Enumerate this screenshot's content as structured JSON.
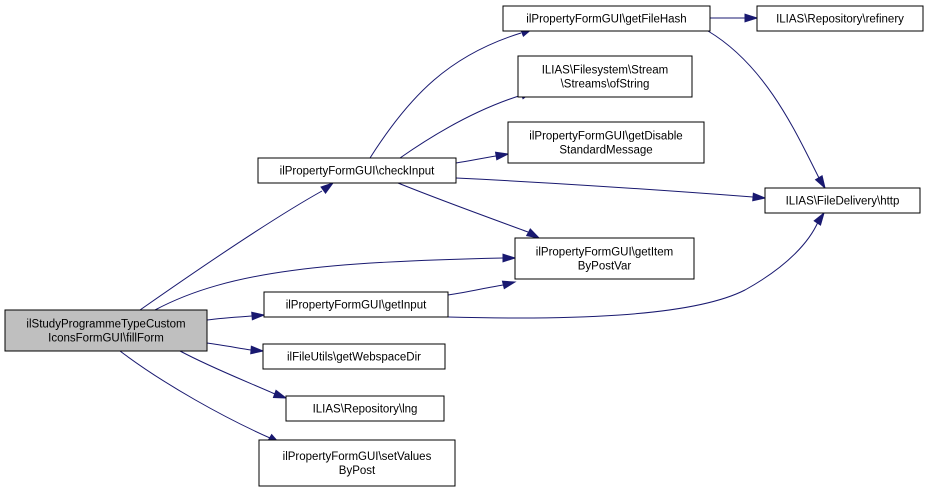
{
  "diagram": {
    "colors": {
      "edge": "#191970",
      "focus_fill": "#bfbfbf",
      "node_fill": "#ffffff",
      "node_border": "#000000"
    },
    "nodes": {
      "fillform": {
        "lines": [
          "ilStudyProgrammeTypeCustom",
          "IconsFormGUI\\fillForm"
        ]
      },
      "checkinput": {
        "lines": [
          "ilPropertyFormGUI\\checkInput"
        ]
      },
      "getfilehash": {
        "lines": [
          "ilPropertyFormGUI\\getFileHash"
        ]
      },
      "refinery": {
        "lines": [
          "ILIAS\\Repository\\refinery"
        ]
      },
      "ofstring": {
        "lines": [
          "ILIAS\\Filesystem\\Stream",
          "\\Streams\\ofString"
        ]
      },
      "getdisable": {
        "lines": [
          "ilPropertyFormGUI\\getDisable",
          "StandardMessage"
        ]
      },
      "http": {
        "lines": [
          "ILIAS\\FileDelivery\\http"
        ]
      },
      "getitembypostvar": {
        "lines": [
          "ilPropertyFormGUI\\getItem",
          "ByPostVar"
        ]
      },
      "getinput": {
        "lines": [
          "ilPropertyFormGUI\\getInput"
        ]
      },
      "getwebspacedir": {
        "lines": [
          "ilFileUtils\\getWebspaceDir"
        ]
      },
      "lng": {
        "lines": [
          "ILIAS\\Repository\\lng"
        ]
      },
      "setvalues": {
        "lines": [
          "ilPropertyFormGUI\\setValues",
          "ByPost"
        ]
      }
    },
    "edges": [
      [
        "fillform",
        "checkinput"
      ],
      [
        "fillform",
        "getitembypostvar"
      ],
      [
        "fillform",
        "getinput"
      ],
      [
        "fillform",
        "getwebspacedir"
      ],
      [
        "fillform",
        "lng"
      ],
      [
        "fillform",
        "setvalues"
      ],
      [
        "checkinput",
        "getfilehash"
      ],
      [
        "checkinput",
        "ofstring"
      ],
      [
        "checkinput",
        "getdisable"
      ],
      [
        "checkinput",
        "http"
      ],
      [
        "checkinput",
        "getitembypostvar"
      ],
      [
        "getfilehash",
        "refinery"
      ],
      [
        "getfilehash",
        "http"
      ],
      [
        "getinput",
        "getitembypostvar"
      ],
      [
        "getinput",
        "http"
      ]
    ]
  }
}
